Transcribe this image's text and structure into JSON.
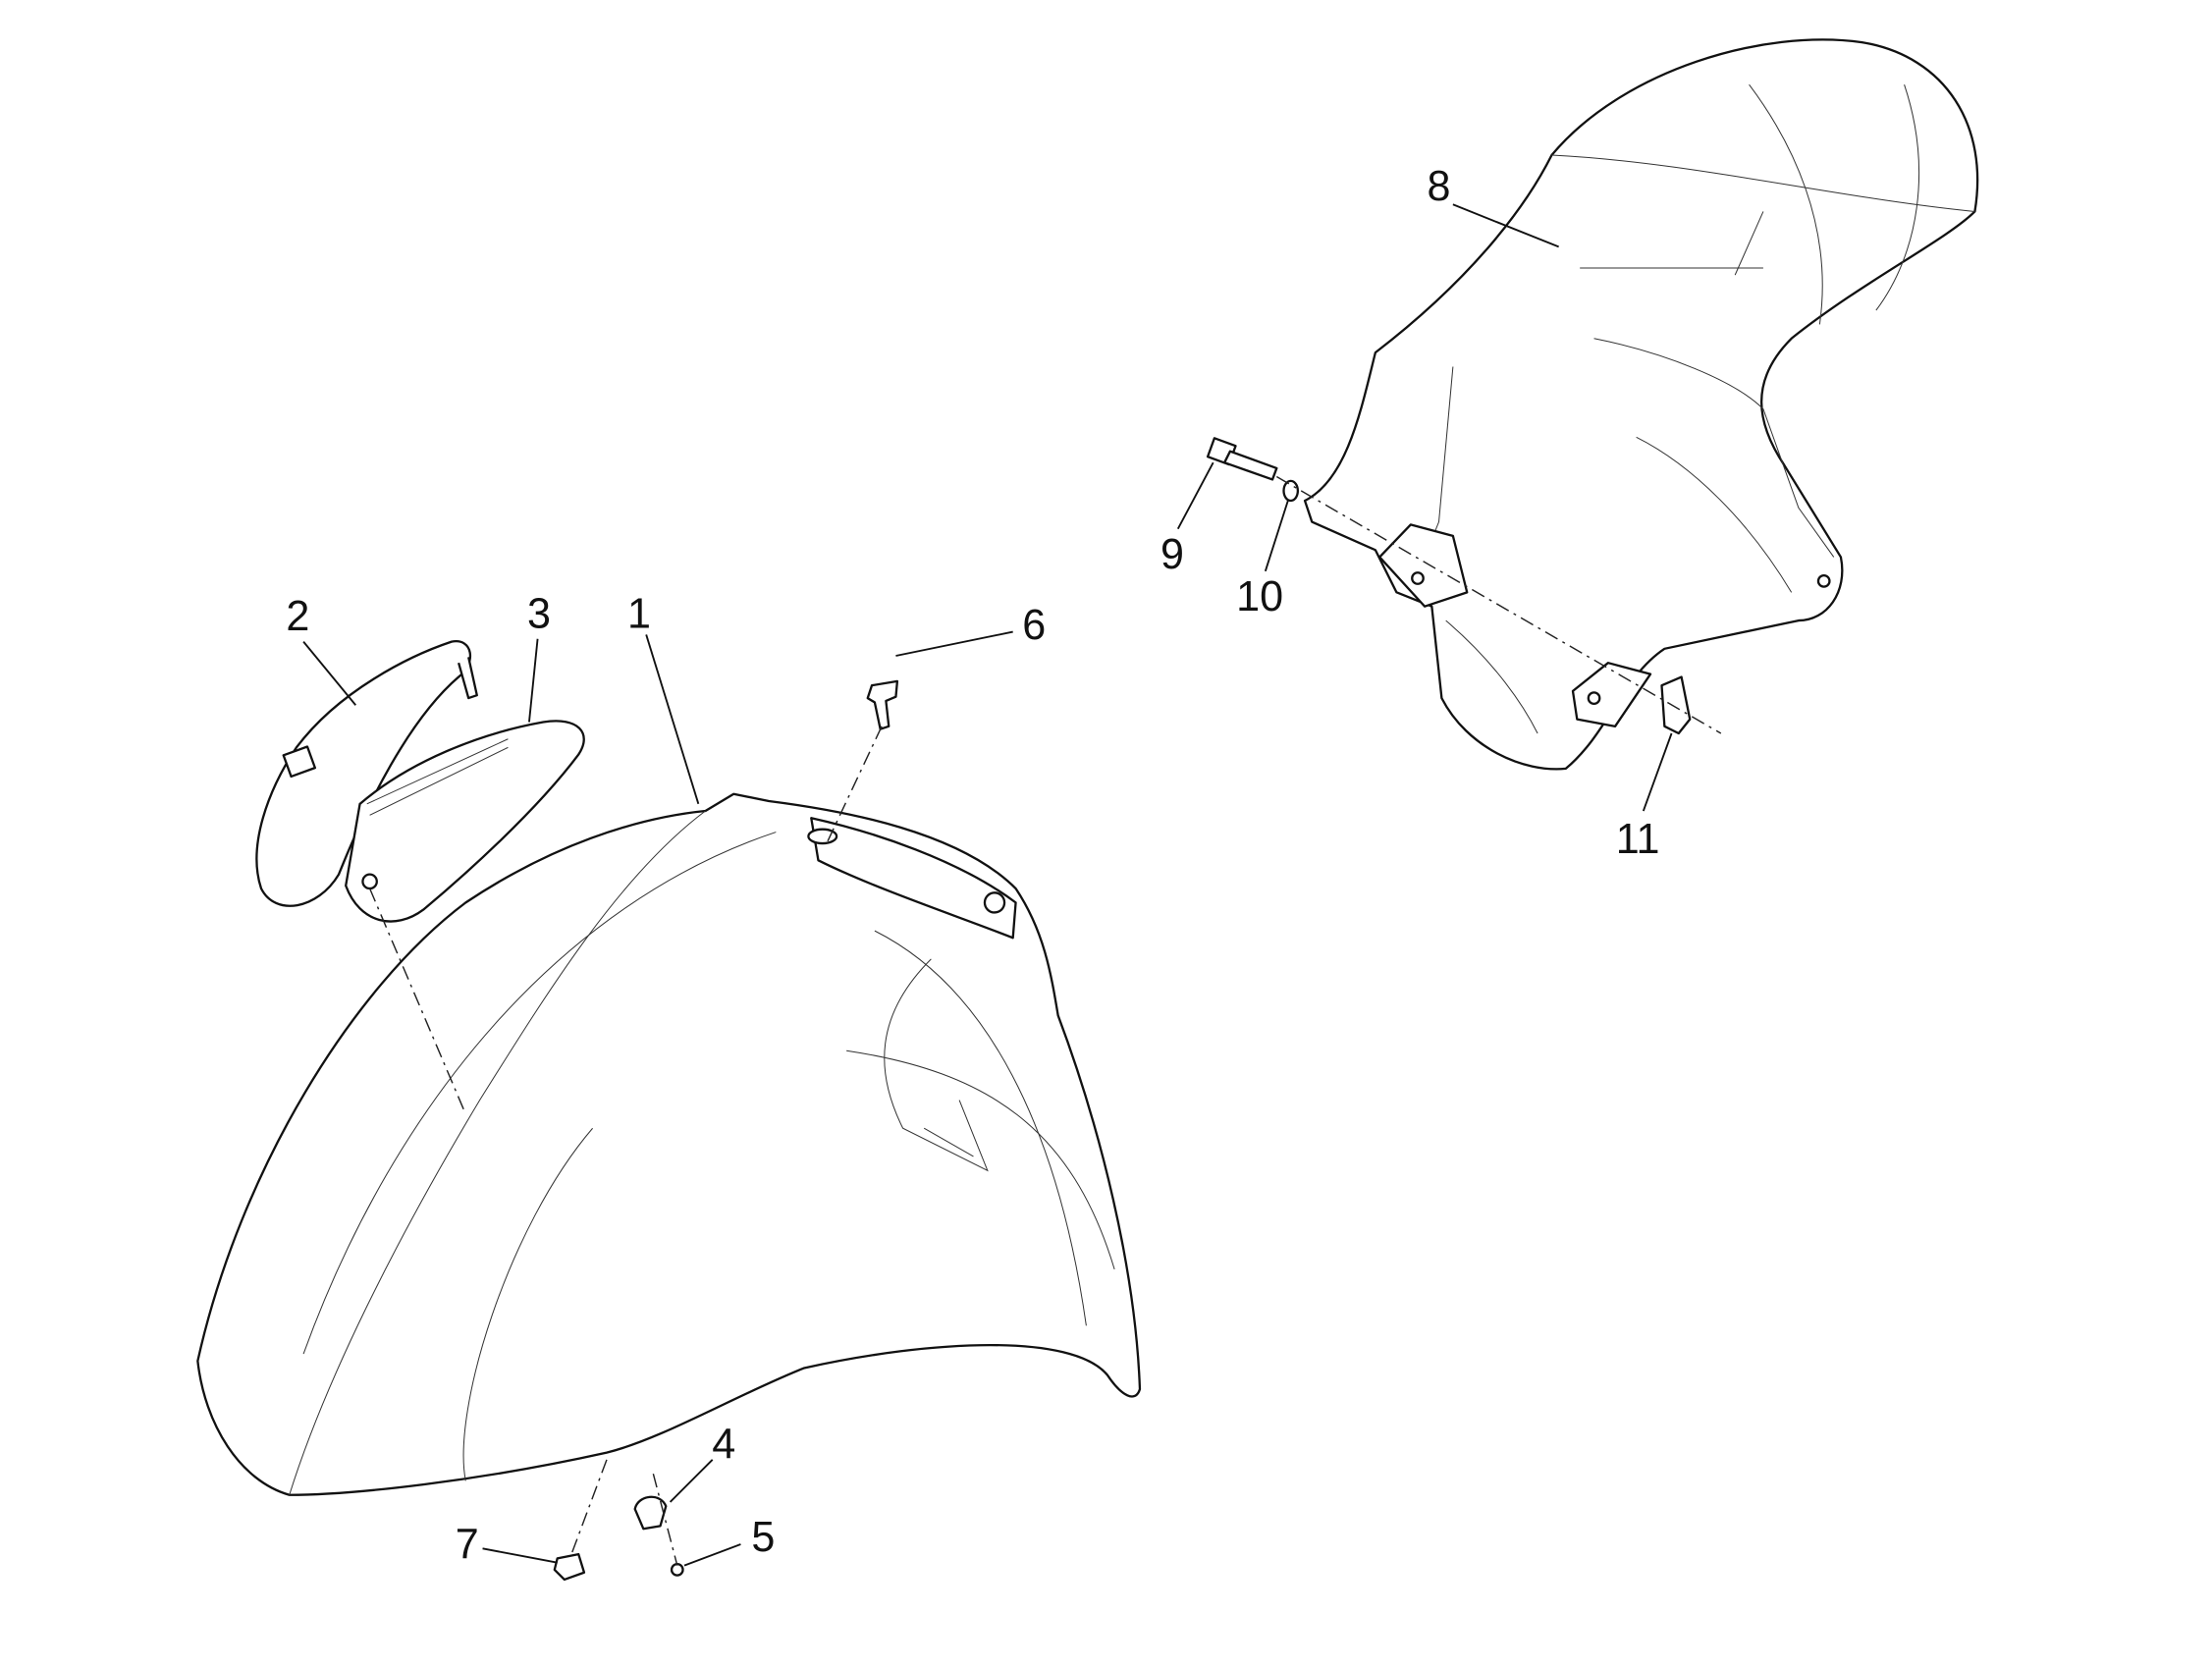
{
  "diagram": {
    "title": "Front and rear mudguard exploded view",
    "callouts": [
      {
        "id": "1",
        "part": "front-mudguard"
      },
      {
        "id": "2",
        "part": "left-trim"
      },
      {
        "id": "3",
        "part": "right-trim"
      },
      {
        "id": "4",
        "part": "plug"
      },
      {
        "id": "5",
        "part": "screw"
      },
      {
        "id": "6",
        "part": "screw"
      },
      {
        "id": "7",
        "part": "nut"
      },
      {
        "id": "8",
        "part": "rear-mudguard"
      },
      {
        "id": "9",
        "part": "bolt"
      },
      {
        "id": "10",
        "part": "washer"
      },
      {
        "id": "11",
        "part": "clip-nut"
      }
    ]
  }
}
